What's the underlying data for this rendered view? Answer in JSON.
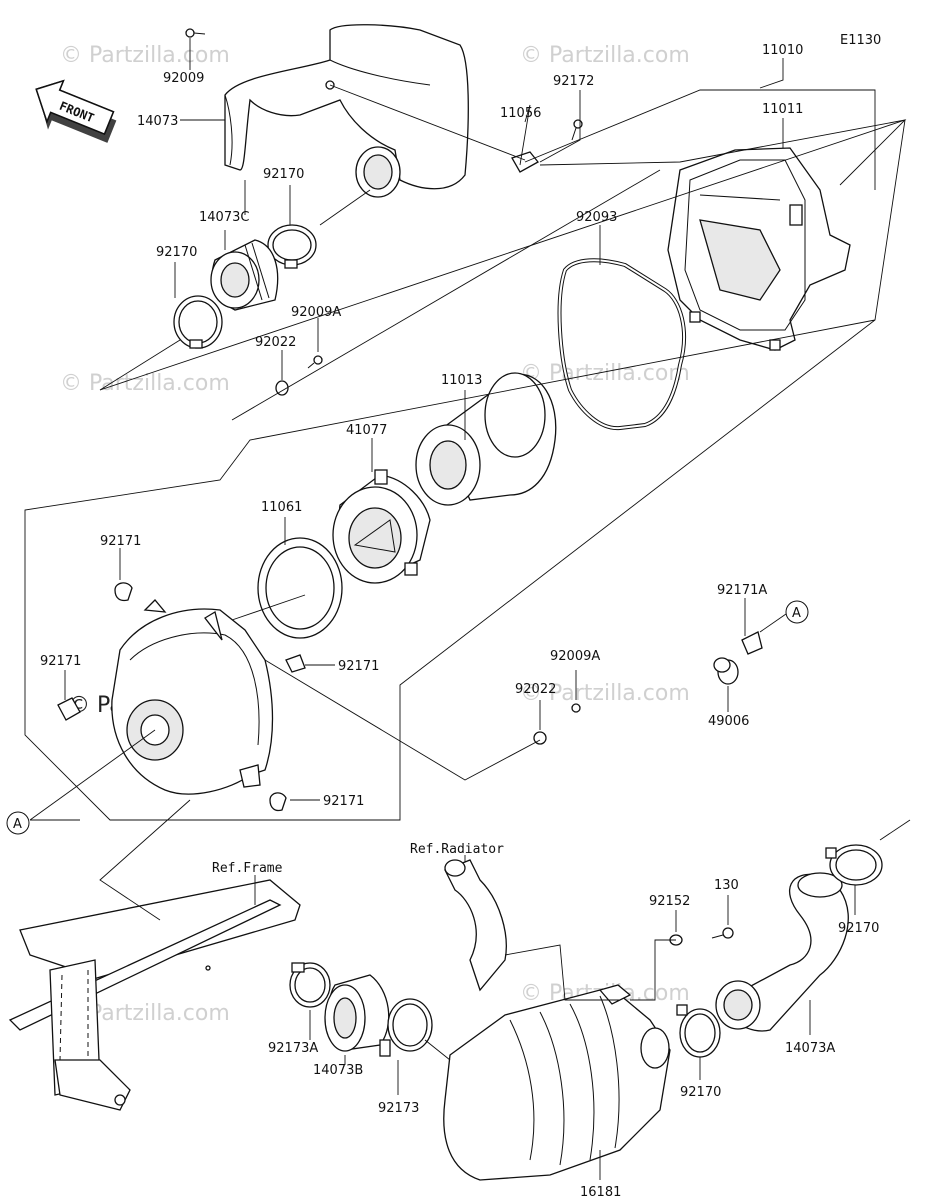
{
  "diagram_code": "E1130",
  "front_label": "FRONT",
  "watermark_text": "© Partzilla.com",
  "watermark_main": "© Partzilla.com",
  "ref_frame": "Ref.Frame",
  "ref_radiator": "Ref.Radiator",
  "callout_a": "A",
  "parts": {
    "p92009_top": "92009",
    "p14073": "14073",
    "p92170_a": "92170",
    "p14073C": "14073C",
    "p92170_b": "92170",
    "p92009A_a": "92009A",
    "p92022_a": "92022",
    "p11056": "11056",
    "p92172": "92172",
    "p11010": "11010",
    "p11011": "11011",
    "p92093": "92093",
    "p11013": "11013",
    "p41077": "41077",
    "p11061": "11061",
    "p92171_a": "92171",
    "p92171_b": "92171",
    "p92171_c": "92171",
    "p92171_d": "92171",
    "p92171A": "92171A",
    "p49006": "49006",
    "p92009A_b": "92009A",
    "p92022_b": "92022",
    "p92152": "92152",
    "p130": "130",
    "p92170_c": "92170",
    "p92173A": "92173A",
    "p14073B": "14073B",
    "p92173": "92173",
    "p16181": "16181",
    "p92170_d": "92170",
    "p14073A": "14073A"
  }
}
